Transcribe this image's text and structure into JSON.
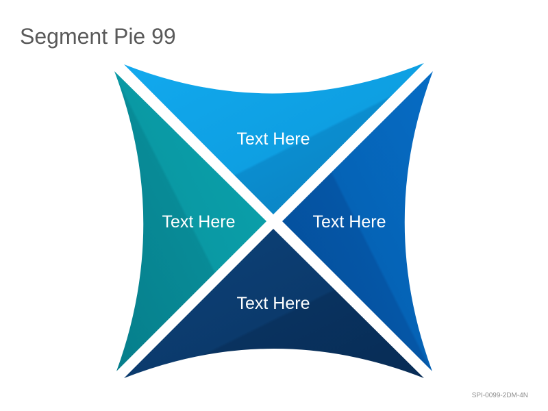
{
  "title": "Segment Pie 99",
  "segments": {
    "top": {
      "label": "Text Here",
      "color": "#0ea1e6",
      "shade": "#0b86c4"
    },
    "left": {
      "label": "Text Here",
      "color": "#0a9aa6",
      "shade": "#06808d"
    },
    "right": {
      "label": "Text Here",
      "color": "#0563b8",
      "shade": "#044f98"
    },
    "bottom": {
      "label": "Text Here",
      "color": "#0c3b6e",
      "shade": "#082c55"
    }
  },
  "footer": {
    "code": "SPI-0099-2DM-4N"
  }
}
